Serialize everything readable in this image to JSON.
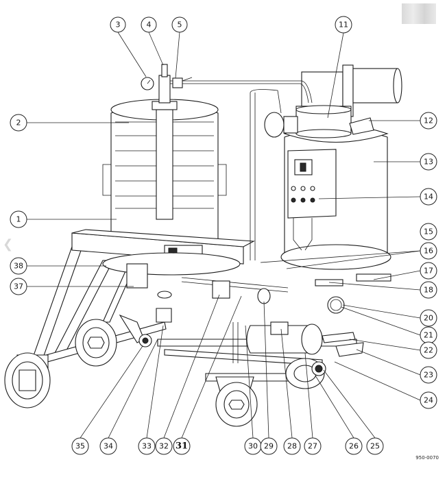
{
  "figure": {
    "code": "950-0070",
    "callouts": [
      {
        "id": "1",
        "label": "1"
      },
      {
        "id": "2",
        "label": "2"
      },
      {
        "id": "3",
        "label": "3"
      },
      {
        "id": "4",
        "label": "4"
      },
      {
        "id": "5",
        "label": "5"
      },
      {
        "id": "11",
        "label": "11"
      },
      {
        "id": "12",
        "label": "12"
      },
      {
        "id": "13",
        "label": "13"
      },
      {
        "id": "14",
        "label": "14"
      },
      {
        "id": "15",
        "label": "15"
      },
      {
        "id": "16",
        "label": "16"
      },
      {
        "id": "17",
        "label": "17"
      },
      {
        "id": "18",
        "label": "18"
      },
      {
        "id": "20",
        "label": "20"
      },
      {
        "id": "21",
        "label": "21"
      },
      {
        "id": "22",
        "label": "22"
      },
      {
        "id": "23",
        "label": "23"
      },
      {
        "id": "24",
        "label": "24"
      },
      {
        "id": "25",
        "label": "25"
      },
      {
        "id": "26",
        "label": "26"
      },
      {
        "id": "27",
        "label": "27"
      },
      {
        "id": "28",
        "label": "28"
      },
      {
        "id": "29",
        "label": "29"
      },
      {
        "id": "30",
        "label": "30"
      },
      {
        "id": "31",
        "label": "31"
      },
      {
        "id": "32",
        "label": "32"
      },
      {
        "id": "33",
        "label": "33"
      },
      {
        "id": "34",
        "label": "34"
      },
      {
        "id": "35",
        "label": "35"
      },
      {
        "id": "37",
        "label": "37"
      },
      {
        "id": "38",
        "label": "38"
      }
    ]
  },
  "nav": {
    "prev_arrow": "❮"
  }
}
